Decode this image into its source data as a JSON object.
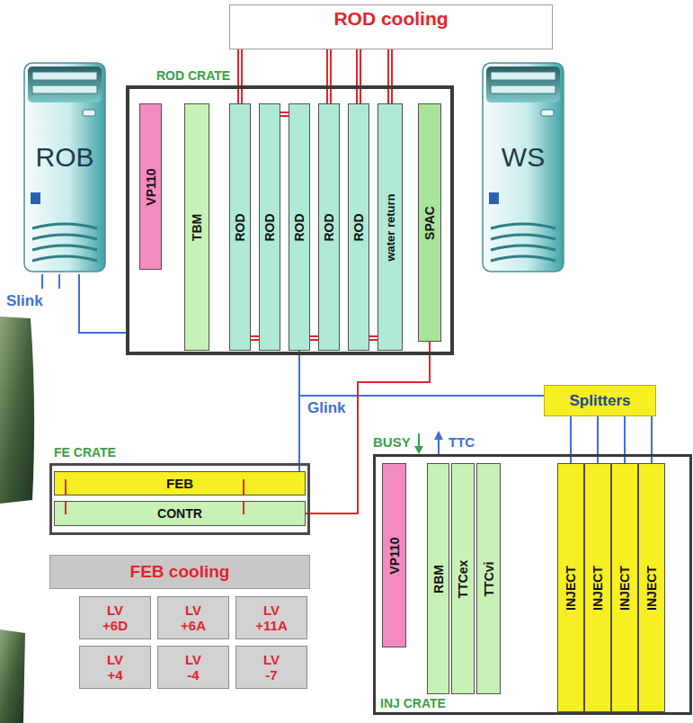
{
  "diagram": {
    "nodes": [
      {
        "text": [
          "ROD cooling"
        ]
      },
      {
        "text": [
          "ROD CRATE"
        ]
      },
      {
        "text": [
          "VP110"
        ],
        "in": 1
      },
      {
        "text": [
          "TBM"
        ],
        "in": 1
      },
      {
        "text": [
          "ROD"
        ],
        "in": 1
      },
      {
        "text": [
          "ROD"
        ],
        "in": 1
      },
      {
        "text": [
          "ROD"
        ],
        "in": 1
      },
      {
        "text": [
          "ROD"
        ],
        "in": 1
      },
      {
        "text": [
          "ROD"
        ],
        "in": 1
      },
      {
        "text": [
          "water return"
        ],
        "in": 1
      },
      {
        "text": [
          "SPAC"
        ],
        "in": 1
      },
      {
        "text": [
          "ROB"
        ]
      },
      {
        "text": [
          "WS"
        ]
      },
      {
        "text": [
          "Splitters"
        ]
      },
      {
        "text": [
          "FE CRATE"
        ]
      },
      {
        "text": [
          "FEB"
        ],
        "in": 14
      },
      {
        "text": [
          "CONTR"
        ],
        "in": 14
      },
      {
        "text": [
          "FEB cooling"
        ]
      },
      {
        "text": [
          "LV +6D"
        ]
      },
      {
        "text": [
          "LV +6A"
        ]
      },
      {
        "text": [
          "LV +11A"
        ]
      },
      {
        "text": [
          "LV +4"
        ]
      },
      {
        "text": [
          "LV -4"
        ]
      },
      {
        "text": [
          "LV -7"
        ]
      },
      {
        "text": [
          "INJ CRATE"
        ]
      },
      {
        "text": [
          "VP110"
        ],
        "in": 24
      },
      {
        "text": [
          "RBM"
        ],
        "in": 24
      },
      {
        "text": [
          "TTCex"
        ],
        "in": 24
      },
      {
        "text": [
          "TTCvi"
        ],
        "in": 24
      },
      {
        "text": [
          "INJECT"
        ],
        "in": 24
      },
      {
        "text": [
          "INJECT"
        ],
        "in": 24
      },
      {
        "text": [
          "INJECT"
        ],
        "in": 24
      },
      {
        "text": [
          "INJECT"
        ],
        "in": 24
      }
    ],
    "edges": [
      {
        "from": 0,
        "to": 4,
        "arrow": "none"
      },
      {
        "from": 0,
        "to": 7,
        "arrow": "none"
      },
      {
        "from": 0,
        "to": 8,
        "arrow": "none"
      },
      {
        "from": 0,
        "to": 9,
        "arrow": "none"
      },
      {
        "from": 5,
        "to": 6,
        "arrow": "none"
      },
      {
        "from": 4,
        "to": 5,
        "arrow": "none"
      },
      {
        "from": 6,
        "to": 7,
        "arrow": "none"
      },
      {
        "from": 8,
        "to": 9,
        "arrow": "none"
      },
      {
        "from": 11,
        "to": 1,
        "label": "Slink",
        "arrow": "none"
      },
      {
        "from": 6,
        "to": 15,
        "label": "Glink",
        "arrow": "none"
      },
      {
        "from": 13,
        "to": 15,
        "arrow": "none"
      },
      {
        "from": 10,
        "to": 16,
        "arrow": "none"
      },
      {
        "from": 13,
        "to": 29,
        "arrow": "none"
      },
      {
        "from": 13,
        "to": 30,
        "arrow": "none"
      },
      {
        "from": 13,
        "to": 31,
        "arrow": "none"
      },
      {
        "from": 13,
        "to": 32,
        "arrow": "none"
      }
    ],
    "labels": [
      "BUSY",
      "TTC"
    ]
  }
}
